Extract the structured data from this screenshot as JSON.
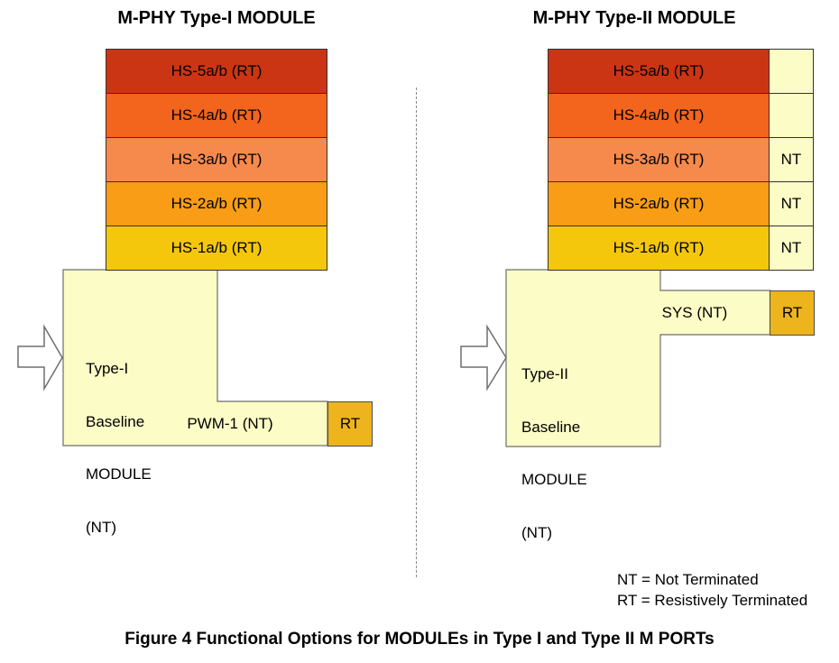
{
  "figure": {
    "caption": "Figure 4 Functional Options for MODULEs in Type I and Type II M PORTs"
  },
  "legend": {
    "nt": "NT = Not Terminated",
    "rt": "RT = Resistively Terminated"
  },
  "left": {
    "title": "M-PHY Type-I MODULE",
    "bars": [
      {
        "label": "HS-5a/b (RT)",
        "color": "#CB3513"
      },
      {
        "label": "HS-4a/b (RT)",
        "color": "#F3641C"
      },
      {
        "label": "HS-3a/b (RT)",
        "color": "#F6894C"
      },
      {
        "label": "HS-2a/b (RT)",
        "color": "#F89D15"
      },
      {
        "label": "HS-1a/b (RT)",
        "color": "#F5C70C"
      }
    ],
    "module_lines": [
      "Type-I",
      "Baseline",
      "MODULE",
      "(NT)"
    ],
    "pwm_label": "PWM-1 (NT)",
    "rt_label": "RT"
  },
  "right": {
    "title": "M-PHY Type-II MODULE",
    "bars": [
      {
        "label": "HS-5a/b (RT)",
        "color": "#CB3513"
      },
      {
        "label": "HS-4a/b (RT)",
        "color": "#F3641C"
      },
      {
        "label": "HS-3a/b (RT)",
        "color": "#F6894C"
      },
      {
        "label": "HS-2a/b (RT)",
        "color": "#F89D15"
      },
      {
        "label": "HS-1a/b (RT)",
        "color": "#F5C70C"
      }
    ],
    "nt_cells": [
      "",
      "",
      "NT",
      "NT",
      "NT"
    ],
    "module_lines": [
      "Type-II",
      "Baseline",
      "MODULE",
      "(NT)"
    ],
    "sys_label": "SYS (NT)",
    "rt_label": "RT"
  },
  "colors": {
    "pale_yellow": "#FCFCC6",
    "rt_gold": "#EEB41D",
    "shape_stroke": "#6E6E6E",
    "arrow_fill": "#FFFFFF"
  }
}
